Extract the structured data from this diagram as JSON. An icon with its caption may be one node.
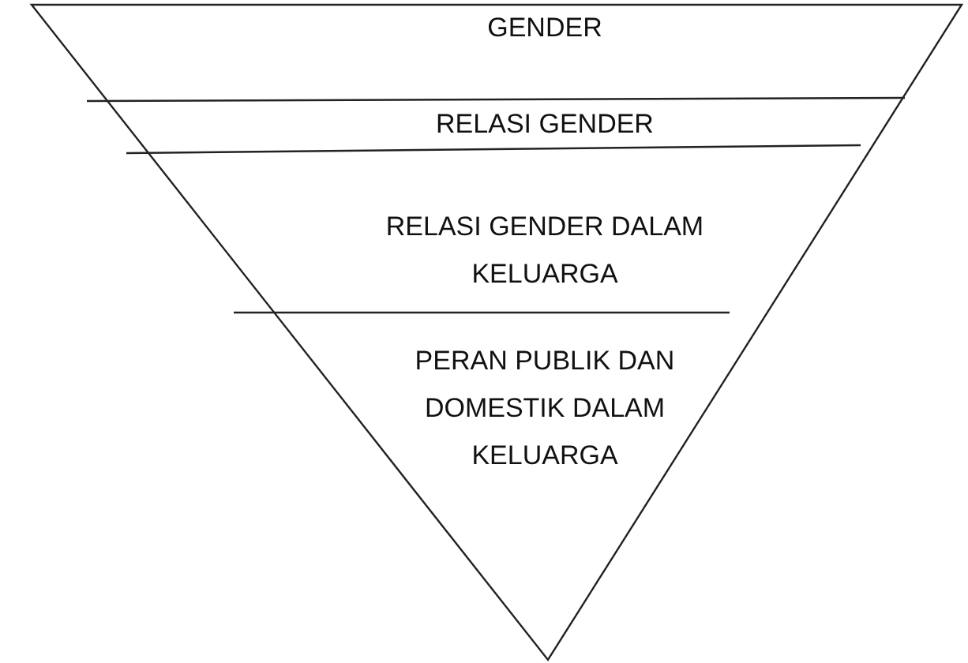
{
  "diagram": {
    "nodes": [
      {
        "text": [
          "GENDER"
        ]
      },
      {
        "text": [
          "RELASI GENDER"
        ]
      },
      {
        "text": [
          "RELASI GENDER DALAM KELUARGA"
        ]
      },
      {
        "text": [
          "PERAN PUBLIK DAN DOMESTIK DALAM KELUARGA"
        ]
      }
    ]
  }
}
